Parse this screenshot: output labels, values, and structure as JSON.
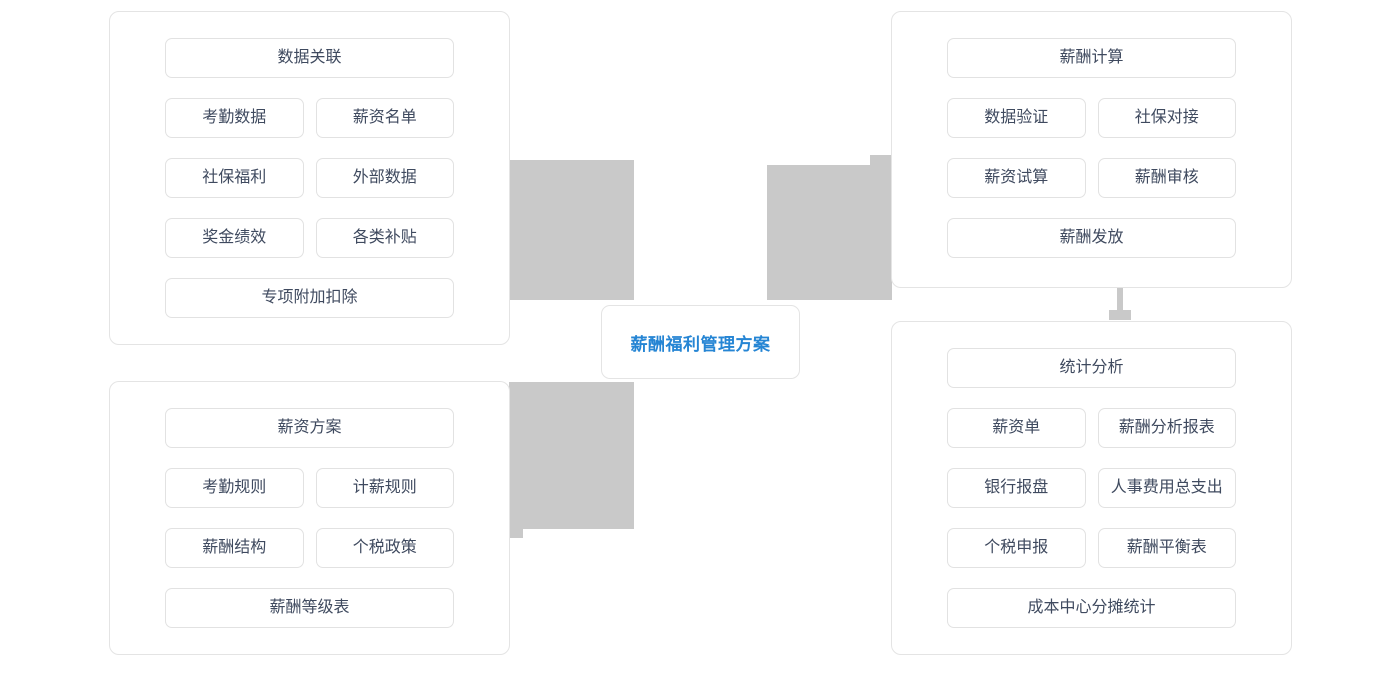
{
  "diagram": {
    "type": "mind-map",
    "root": {
      "label": "薪酬福利管理方案",
      "color": "#2585d4"
    },
    "theme": {
      "panel_border": "#e4e4e4",
      "node_border": "#e2e2e2",
      "node_text": "#3f4a5f",
      "connector": "#c9c9c9",
      "background": "#ffffff"
    },
    "branches": [
      {
        "id": "data-association",
        "position": "top-left",
        "rows": [
          {
            "items": [
              {
                "label": "数据关联",
                "span": "wide"
              }
            ]
          },
          {
            "items": [
              {
                "label": "考勤数据",
                "span": "half"
              },
              {
                "label": "薪资名单",
                "span": "half"
              }
            ]
          },
          {
            "items": [
              {
                "label": "社保福利",
                "span": "half"
              },
              {
                "label": "外部数据",
                "span": "half"
              }
            ]
          },
          {
            "items": [
              {
                "label": "奖金绩效",
                "span": "half"
              },
              {
                "label": "各类补贴",
                "span": "half"
              }
            ]
          },
          {
            "items": [
              {
                "label": "专项附加扣除",
                "span": "wide"
              }
            ]
          }
        ]
      },
      {
        "id": "salary-scheme",
        "position": "bottom-left",
        "rows": [
          {
            "items": [
              {
                "label": "薪资方案",
                "span": "wide"
              }
            ]
          },
          {
            "items": [
              {
                "label": "考勤规则",
                "span": "half"
              },
              {
                "label": "计薪规则",
                "span": "half"
              }
            ]
          },
          {
            "items": [
              {
                "label": "薪酬结构",
                "span": "half"
              },
              {
                "label": "个税政策",
                "span": "half"
              }
            ]
          },
          {
            "items": [
              {
                "label": "薪酬等级表",
                "span": "wide"
              }
            ]
          }
        ]
      },
      {
        "id": "salary-calculation",
        "position": "top-right",
        "rows": [
          {
            "items": [
              {
                "label": "薪酬计算",
                "span": "wide"
              }
            ]
          },
          {
            "items": [
              {
                "label": "数据验证",
                "span": "half"
              },
              {
                "label": "社保对接",
                "span": "half"
              }
            ]
          },
          {
            "items": [
              {
                "label": "薪资试算",
                "span": "half"
              },
              {
                "label": "薪酬审核",
                "span": "half"
              }
            ]
          },
          {
            "items": [
              {
                "label": "薪酬发放",
                "span": "wide"
              }
            ]
          }
        ]
      },
      {
        "id": "statistical-analysis",
        "position": "bottom-right",
        "rows": [
          {
            "items": [
              {
                "label": "统计分析",
                "span": "wide"
              }
            ]
          },
          {
            "items": [
              {
                "label": "薪资单",
                "span": "half"
              },
              {
                "label": "薪酬分析报表",
                "span": "half"
              }
            ]
          },
          {
            "items": [
              {
                "label": "银行报盘",
                "span": "half"
              },
              {
                "label": "人事费用总支出",
                "span": "half"
              }
            ]
          },
          {
            "items": [
              {
                "label": "个税申报",
                "span": "half"
              },
              {
                "label": "薪酬平衡表",
                "span": "half"
              }
            ]
          },
          {
            "items": [
              {
                "label": "成本中心分摊统计",
                "span": "wide"
              }
            ]
          }
        ]
      }
    ]
  }
}
